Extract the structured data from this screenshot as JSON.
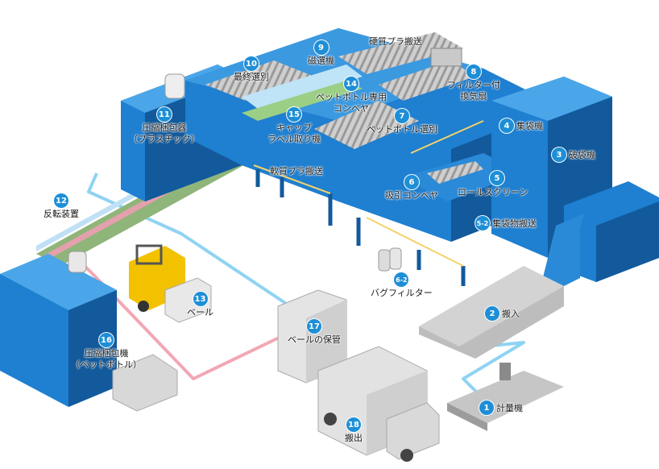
{
  "steps": [
    {
      "num": "1",
      "label": "計量機"
    },
    {
      "num": "2",
      "label": "搬入"
    },
    {
      "num": "3",
      "label": "破袋機"
    },
    {
      "num": "4",
      "label": "集袋機"
    },
    {
      "num": "5",
      "label": "ロールスクリーン"
    },
    {
      "num": "5-2",
      "label": "集袋物搬送"
    },
    {
      "num": "6",
      "label": "吸引コンベヤ"
    },
    {
      "num": "6-2",
      "label": "バグフィルター"
    },
    {
      "num": "7",
      "label": "ペットボトル選別"
    },
    {
      "num": "8",
      "label": "フィルター付",
      "label2": "換気扇"
    },
    {
      "num": "9",
      "label": "磁選機"
    },
    {
      "num": "10",
      "label": "最終選別"
    },
    {
      "num": "11",
      "label": "圧縮梱包器",
      "label2": "（プラスチック）"
    },
    {
      "num": "12",
      "label": "反転装置"
    },
    {
      "num": "13",
      "label": "ベール"
    },
    {
      "num": "14",
      "label": "ペットボトル専用",
      "label2": "コンベヤ"
    },
    {
      "num": "15",
      "label": "キャップ",
      "label2": "ラベル取り機"
    },
    {
      "num": "16",
      "label": "圧縮梱包機",
      "label2": "（ペットボトル）"
    },
    {
      "num": "17",
      "label": "ベールの保管"
    },
    {
      "num": "18",
      "label": "搬出"
    }
  ],
  "extra_labels": {
    "hard_plastic": "硬質プラ搬送",
    "soft_plastic": "軟質プラ搬送"
  },
  "colors": {
    "blue": "#1f7fd0",
    "blue_dark": "#125a9c",
    "blue_light": "#4aa6e8",
    "cyan_line": "#8fd3f2",
    "pink_line": "#f2a7b4",
    "green_line": "#a6c98a",
    "rail": "#f5d36b",
    "gray": "#bdbdbd"
  }
}
